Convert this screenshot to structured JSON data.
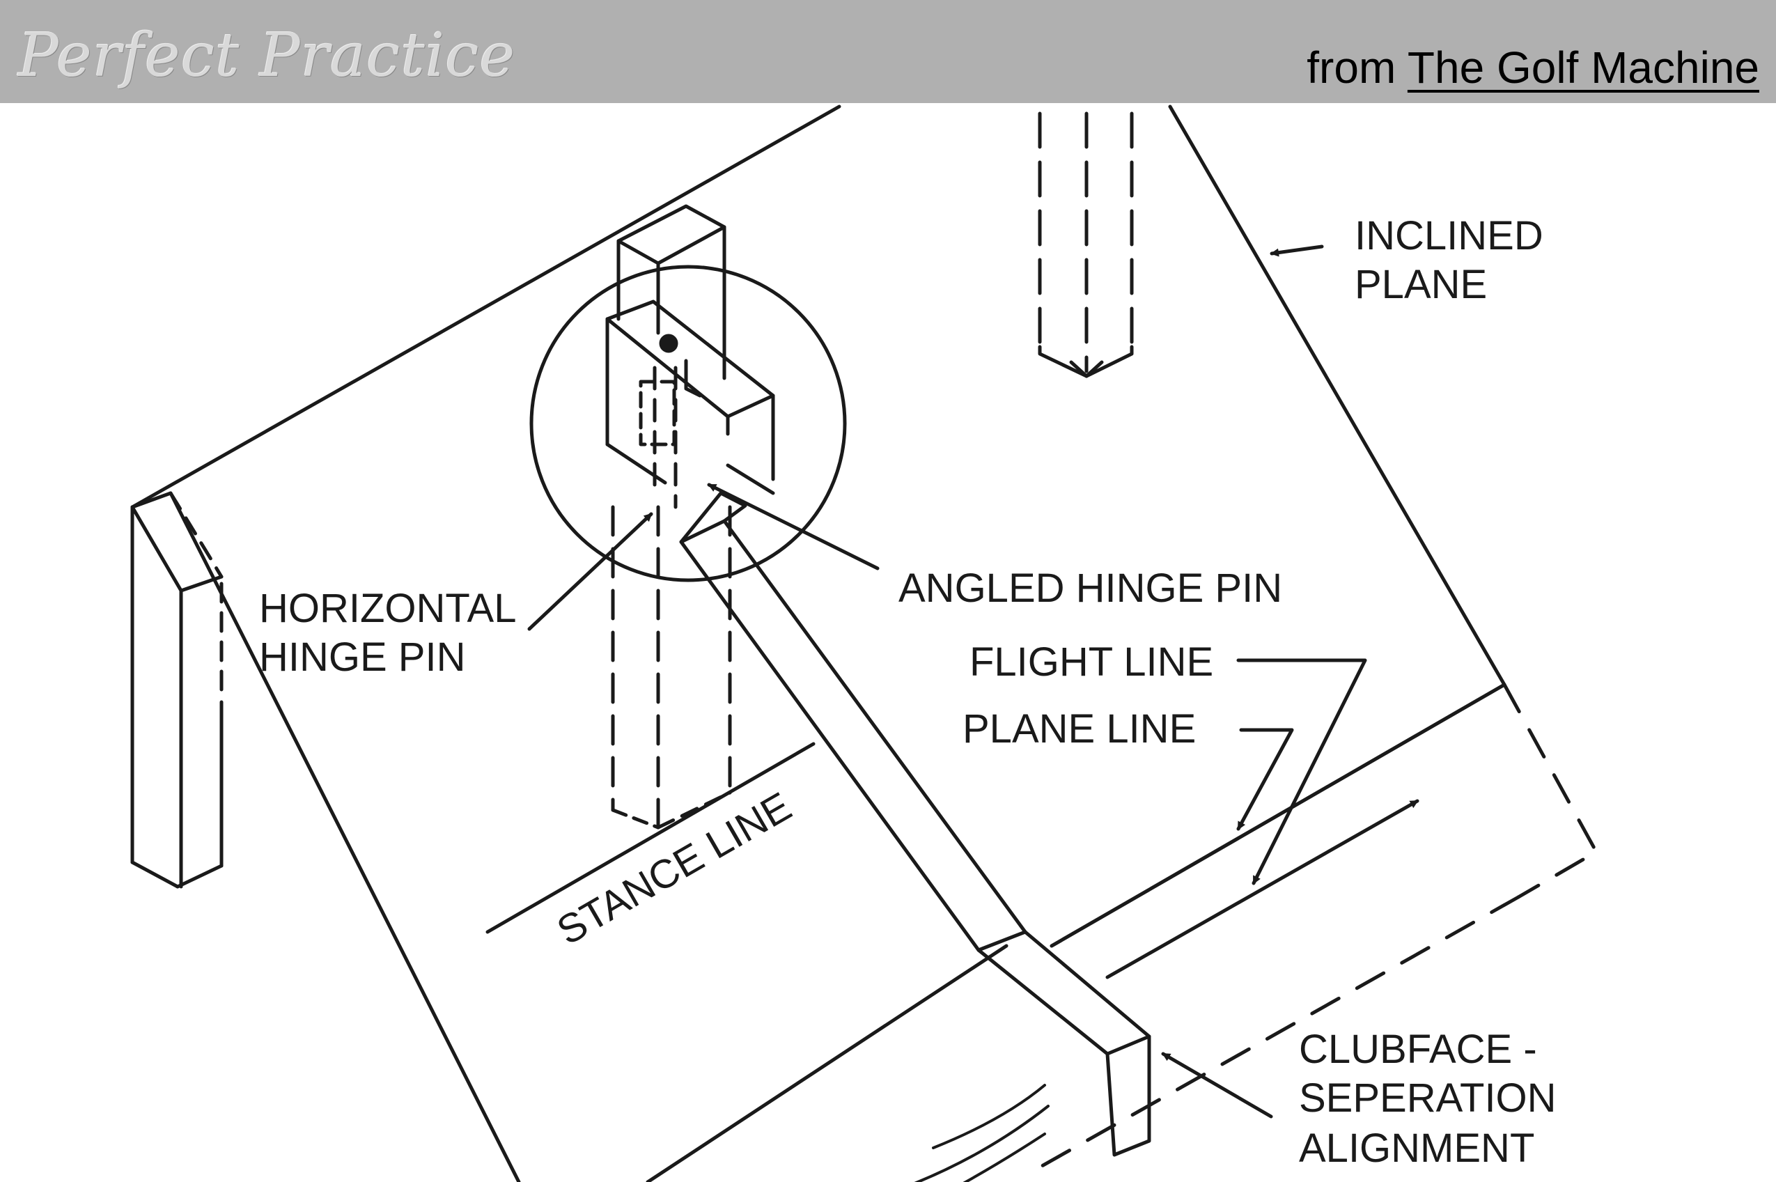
{
  "header": {
    "logo_text": "Perfect Practice",
    "source_prefix": "from ",
    "source_title": "The Golf Machine",
    "background_color": "#b0b0b0"
  },
  "diagram": {
    "labels": {
      "inclined_plane_1": "INCLINED",
      "inclined_plane_2": "PLANE",
      "horizontal_hinge_pin_1": "HORIZONTAL",
      "horizontal_hinge_pin_2": "HINGE PIN",
      "angled_hinge_pin": "ANGLED HINGE PIN",
      "flight_line": "FLIGHT LINE",
      "plane_line": "PLANE LINE",
      "stance_line": "STANCE LINE",
      "clubface_1": "CLUBFACE -",
      "clubface_2": "SEPERATION",
      "clubface_3": "ALIGNMENT"
    }
  }
}
